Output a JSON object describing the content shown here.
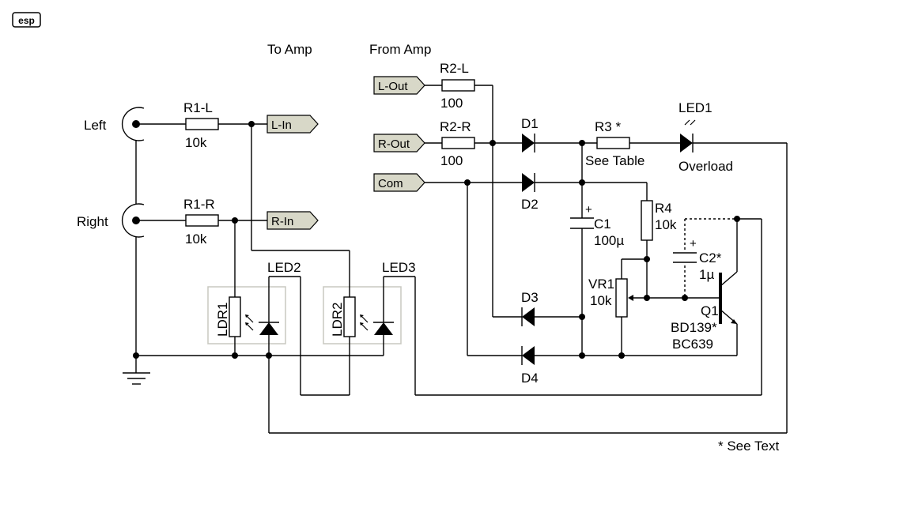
{
  "logo_text": "esp",
  "headers": {
    "to_amp": "To Amp",
    "from_amp": "From Amp"
  },
  "inputs": {
    "left": "Left",
    "right": "Right"
  },
  "ports": {
    "l_in": "L-In",
    "r_in": "R-In",
    "l_out": "L-Out",
    "r_out": "R-Out",
    "com": "Com"
  },
  "components": {
    "r1l": {
      "ref": "R1-L",
      "value": "10k"
    },
    "r1r": {
      "ref": "R1-R",
      "value": "10k"
    },
    "r2l": {
      "ref": "R2-L",
      "value": "100"
    },
    "r2r": {
      "ref": "R2-R",
      "value": "100"
    },
    "r3": {
      "ref": "R3",
      "mark": "*",
      "value": "See Table"
    },
    "r4": {
      "ref": "R4",
      "value": "10k"
    },
    "c1": {
      "ref": "C1",
      "value": "100µ",
      "polarity": "+"
    },
    "c2": {
      "ref": "C2",
      "mark": "*",
      "value": "1µ",
      "polarity": "+"
    },
    "vr1": {
      "ref": "VR1",
      "value": "10k"
    },
    "q1": {
      "ref": "Q1",
      "value": "BD139*",
      "alt": "BC639"
    },
    "d1": "D1",
    "d2": "D2",
    "d3": "D3",
    "d4": "D4",
    "led1": {
      "ref": "LED1",
      "value": "Overload"
    },
    "led2": "LED2",
    "led3": "LED3",
    "ldr1": "LDR1",
    "ldr2": "LDR2"
  },
  "footnote": "* See Text"
}
